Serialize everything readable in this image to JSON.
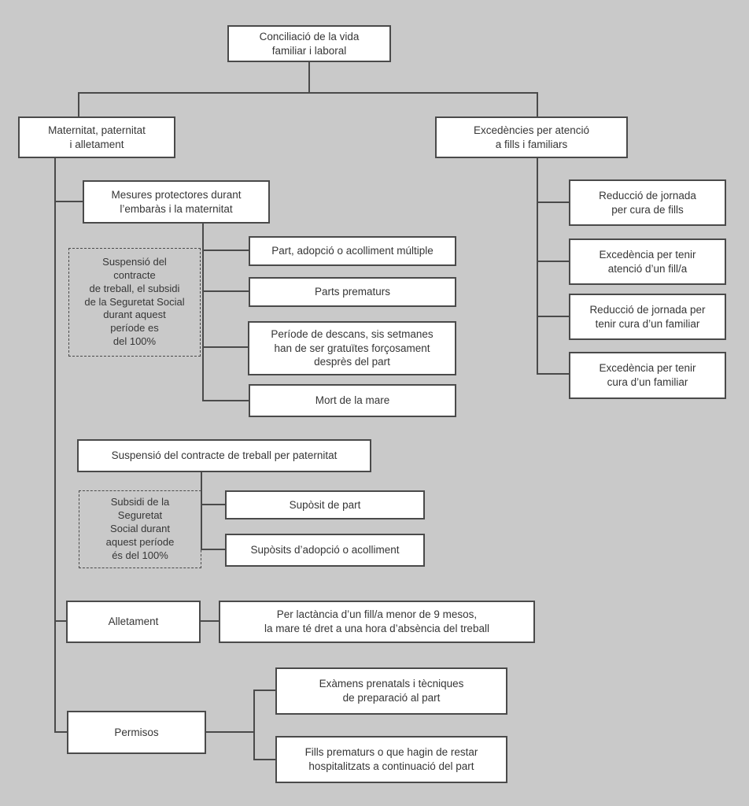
{
  "colors": {
    "background": "#c9c9c9",
    "box_fill": "#ffffff",
    "line": "#4a4a4a",
    "text": "#363636"
  },
  "diagram": {
    "root": "Conciliació de la vida\nfamiliar i laboral",
    "left_branch": {
      "title": "Maternitat, paternitat\ni alletament",
      "mesures": {
        "title": "Mesures protectores durant\nl’embaràs i la maternitat",
        "note": "Suspensió del\ncontracte\nde treball, el subsidi\nde la Seguretat Social\ndurant aquest\nperíode es\ndel 100%",
        "items": [
          "Part, adopció o acolliment múltiple",
          "Parts prematurs",
          "Període de descans, sis setmanes\nhan de ser gratuïtes forçosament\ndesprès del part",
          "Mort de la mare"
        ]
      },
      "paternitat": {
        "title": "Suspensió del contracte de treball per paternitat",
        "note": "Subsidi de la\nSeguretat\nSocial durant\naquest període\nés del 100%",
        "items": [
          "Supòsit de part",
          "Supòsits d’adopció o acolliment"
        ]
      },
      "alletament": {
        "title": "Alletament",
        "detail": "Per lactància d’un fill/a menor de 9 mesos,\nla mare té dret a una hora d’absència del treball"
      },
      "permisos": {
        "title": "Permisos",
        "items": [
          "Exàmens prenatals i tècniques\nde preparació al part",
          "Fills prematurs o que hagin de restar\nhospitalitzats a continuació del part"
        ]
      }
    },
    "right_branch": {
      "title": "Excedències per atenció\na fills i familiars",
      "items": [
        "Reducció de jornada\nper cura de fills",
        "Excedència per tenir\natenció d’un fill/a",
        "Reducció de jornada per\ntenir cura d’un familiar",
        "Excedència per tenir\ncura d’un familiar"
      ]
    }
  }
}
